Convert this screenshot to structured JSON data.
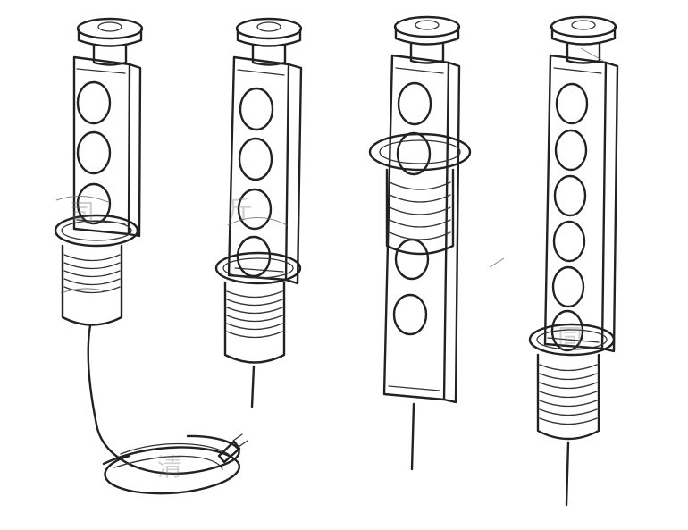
{
  "image": {
    "background": "#ffffff",
    "line_color": "#222222"
  },
  "watermarks": [
    "司",
    "斤",
    "同",
    "清"
  ]
}
